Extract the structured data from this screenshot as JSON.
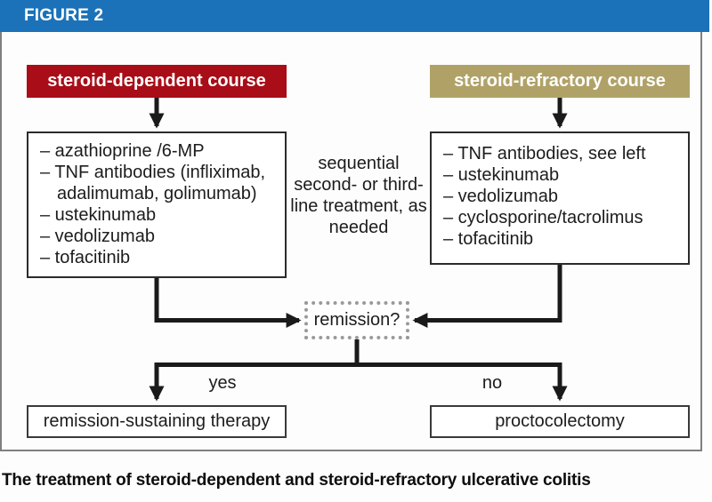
{
  "figure": {
    "label": "FIGURE 2"
  },
  "palette": {
    "header_blue": "#1b72b8",
    "dependent_red": "#a80d18",
    "refractory_tan": "#b0a267",
    "line_black": "#1a1a1a"
  },
  "flow": {
    "dependent": {
      "title": "steroid-dependent course",
      "items": [
        "– azathioprine /6-MP",
        "– TNF antibodies (infliximab, adalimumab, golimumab)",
        "– ustekinumab",
        "– vedolizumab",
        "– tofacitinib"
      ]
    },
    "refractory": {
      "title": "steroid-refractory course",
      "items": [
        "– TNF antibodies, see left",
        "– ustekinumab",
        "– vedolizumab",
        "– cyclosporine/tacrolimus",
        "– tofacitinib"
      ]
    },
    "middle_note_lines": [
      "sequential",
      "second- or third-",
      "line treatment, as",
      "needed"
    ],
    "decision": "remission?",
    "yes_label": "yes",
    "no_label": "no",
    "yes_outcome": "remission-sustaining therapy",
    "no_outcome": "proctocolectomy"
  },
  "caption": "The treatment of steroid-dependent and steroid-refractory ulcerative colitis"
}
